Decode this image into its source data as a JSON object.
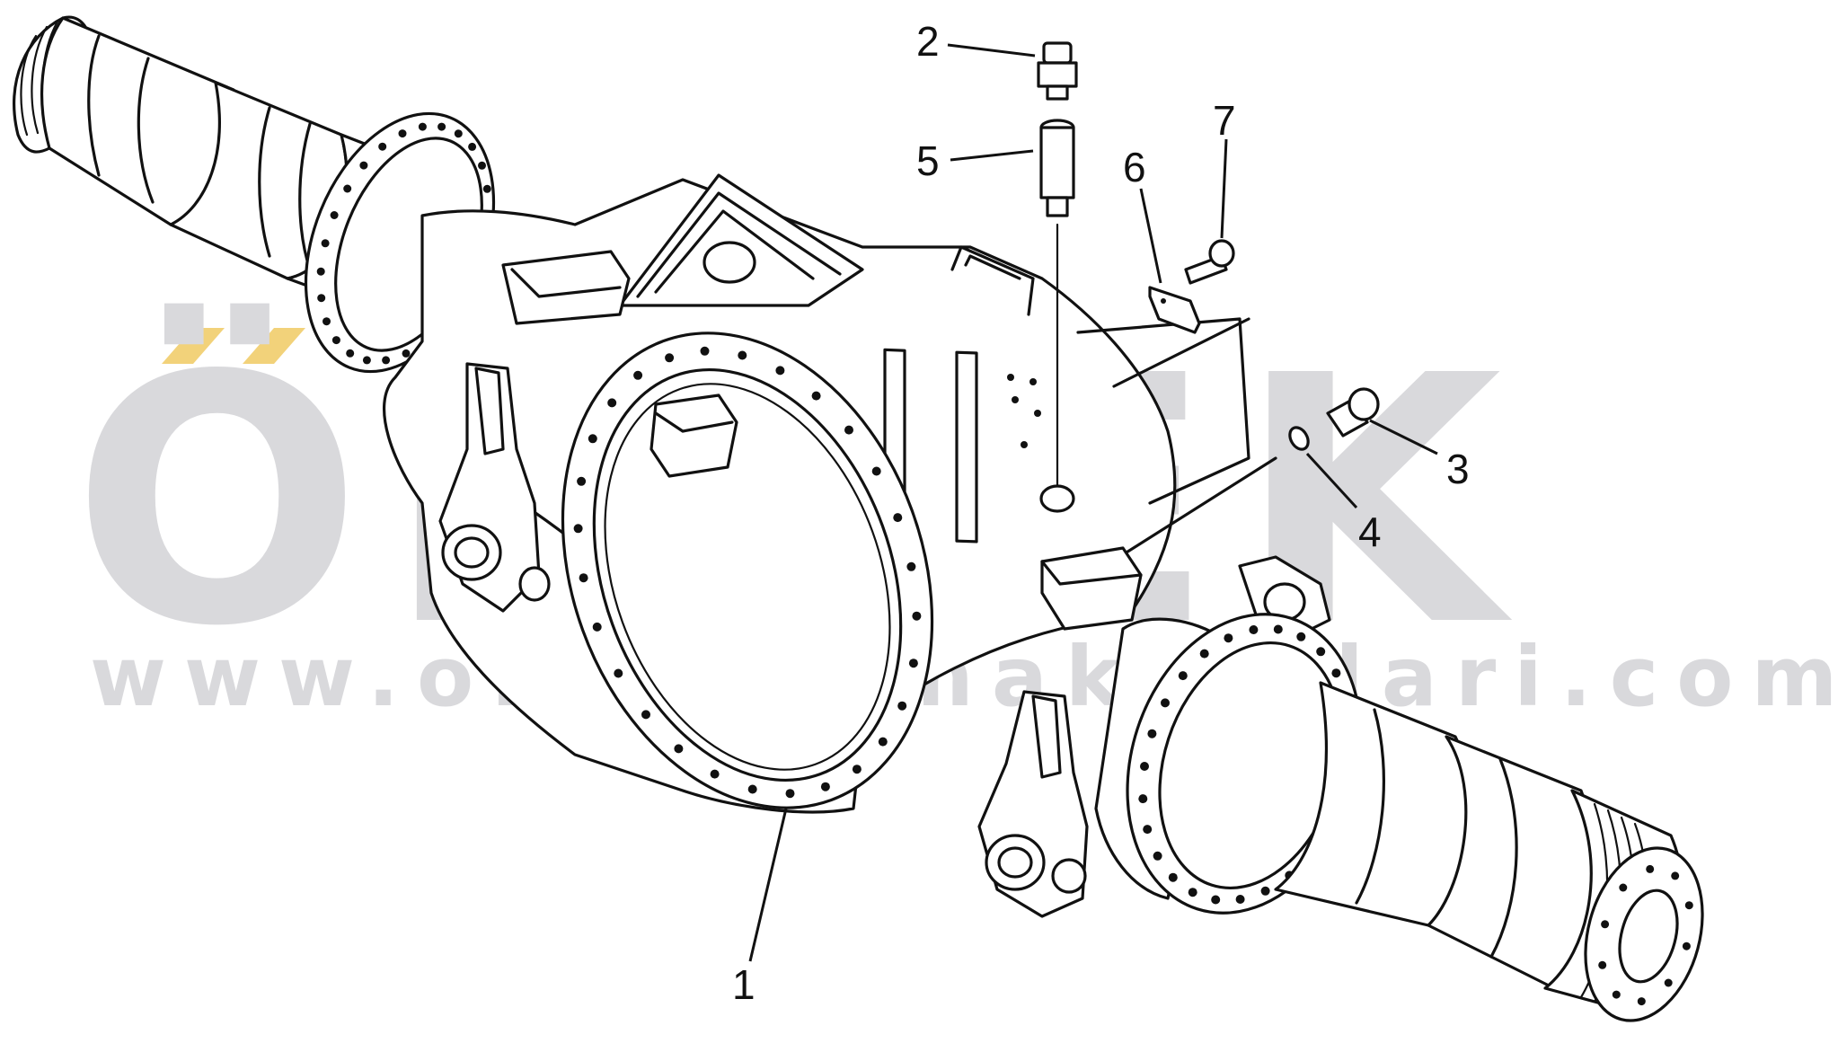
{
  "watermark": {
    "brand": "ÖRNEK",
    "url": "www.ornekismakinalari.com.tr",
    "color": "#d9d9dc",
    "accent": "#f2d27a"
  },
  "callouts": [
    {
      "id": "c1",
      "label": "1"
    },
    {
      "id": "c2",
      "label": "2"
    },
    {
      "id": "c3",
      "label": "3"
    },
    {
      "id": "c4",
      "label": "4"
    },
    {
      "id": "c5",
      "label": "5"
    },
    {
      "id": "c6",
      "label": "6"
    },
    {
      "id": "c7",
      "label": "7"
    }
  ]
}
